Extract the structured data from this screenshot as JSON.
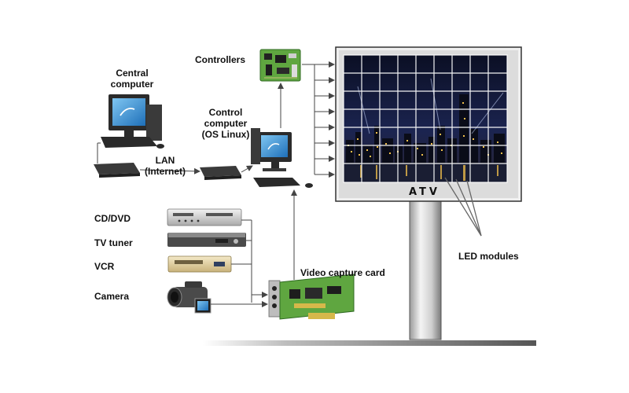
{
  "labels": {
    "central_computer": "Central computer",
    "lan": "LAN (Internet)",
    "controllers": "Controllers",
    "control_computer_line1": "Control",
    "control_computer_line2": "computer",
    "control_computer_line3": "(OS Linux)",
    "cd_dvd": "CD/DVD",
    "tv_tuner": "TV tuner",
    "vcr": "VCR",
    "camera": "Camera",
    "video_capture_card": "Video capture card",
    "led_modules": "LED modules",
    "screen_logo": "ATV"
  },
  "colors": {
    "pcb_green": "#5fa640",
    "monitor_screen": "#2f8fd8",
    "billboard_frame": "#e4e4e4",
    "city_night": "#141a38",
    "arrow": "#444444"
  },
  "icons": {
    "central_computer": "desktop-pc-icon",
    "control_computer": "desktop-pc-icon",
    "modem": "modem-icon",
    "controller_board": "circuit-board-icon",
    "video_capture_card": "capture-card-icon",
    "cd_dvd": "dvd-player-icon",
    "tv_tuner": "tv-tuner-icon",
    "vcr": "vcr-icon",
    "camera": "camcorder-icon",
    "billboard": "led-billboard-icon"
  }
}
